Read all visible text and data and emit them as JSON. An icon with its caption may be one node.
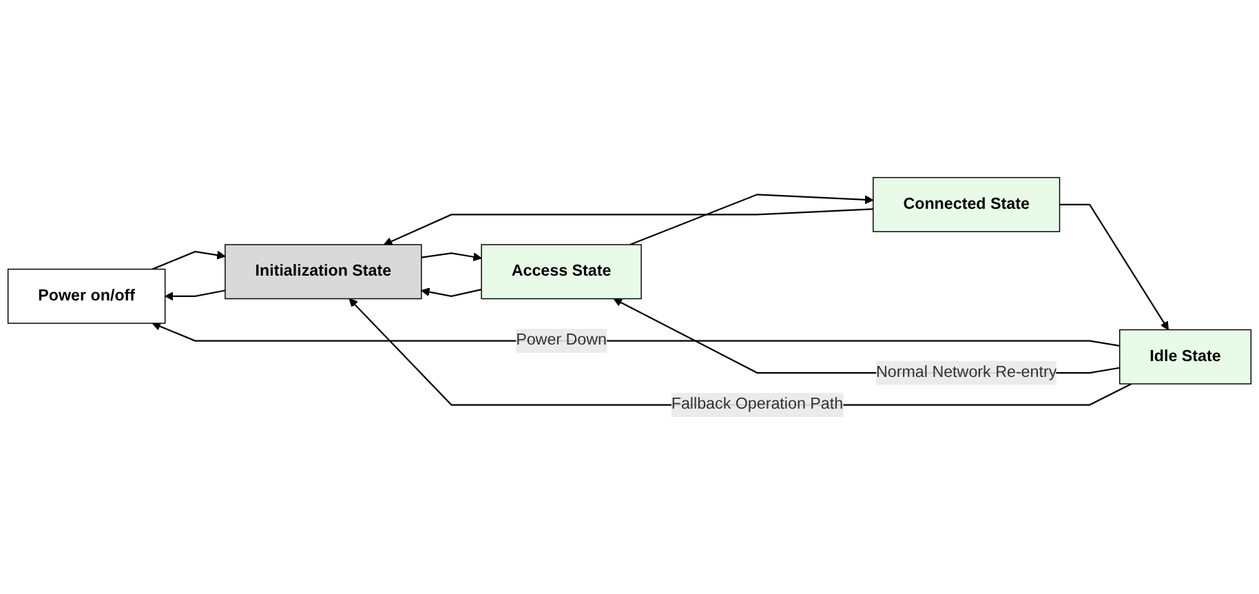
{
  "diagram": {
    "nodes": [
      {
        "text": [
          "Power on/off"
        ]
      },
      {
        "text": [
          "Initialization State"
        ]
      },
      {
        "text": [
          "Access State"
        ]
      },
      {
        "text": [
          "Connected State"
        ]
      },
      {
        "text": [
          "Idle State"
        ]
      }
    ],
    "edges": [
      {
        "from": 0,
        "to": 1,
        "arrow": "to"
      },
      {
        "from": 1,
        "to": 0,
        "arrow": "to"
      },
      {
        "from": 1,
        "to": 2,
        "arrow": "to"
      },
      {
        "from": 2,
        "to": 3,
        "arrow": "to"
      },
      {
        "from": 3,
        "to": 4,
        "arrow": "to"
      },
      {
        "from": 4,
        "to": 0,
        "label": "Power Down",
        "arrow": "to"
      },
      {
        "from": 4,
        "to": 2,
        "label": "Normal Network Re-entry",
        "arrow": "to"
      },
      {
        "from": 2,
        "to": 1,
        "arrow": "to"
      },
      {
        "from": 3,
        "to": 1,
        "arrow": "to"
      },
      {
        "from": 4,
        "to": 1,
        "label": "Fallback Operation Path",
        "arrow": "to"
      }
    ]
  }
}
